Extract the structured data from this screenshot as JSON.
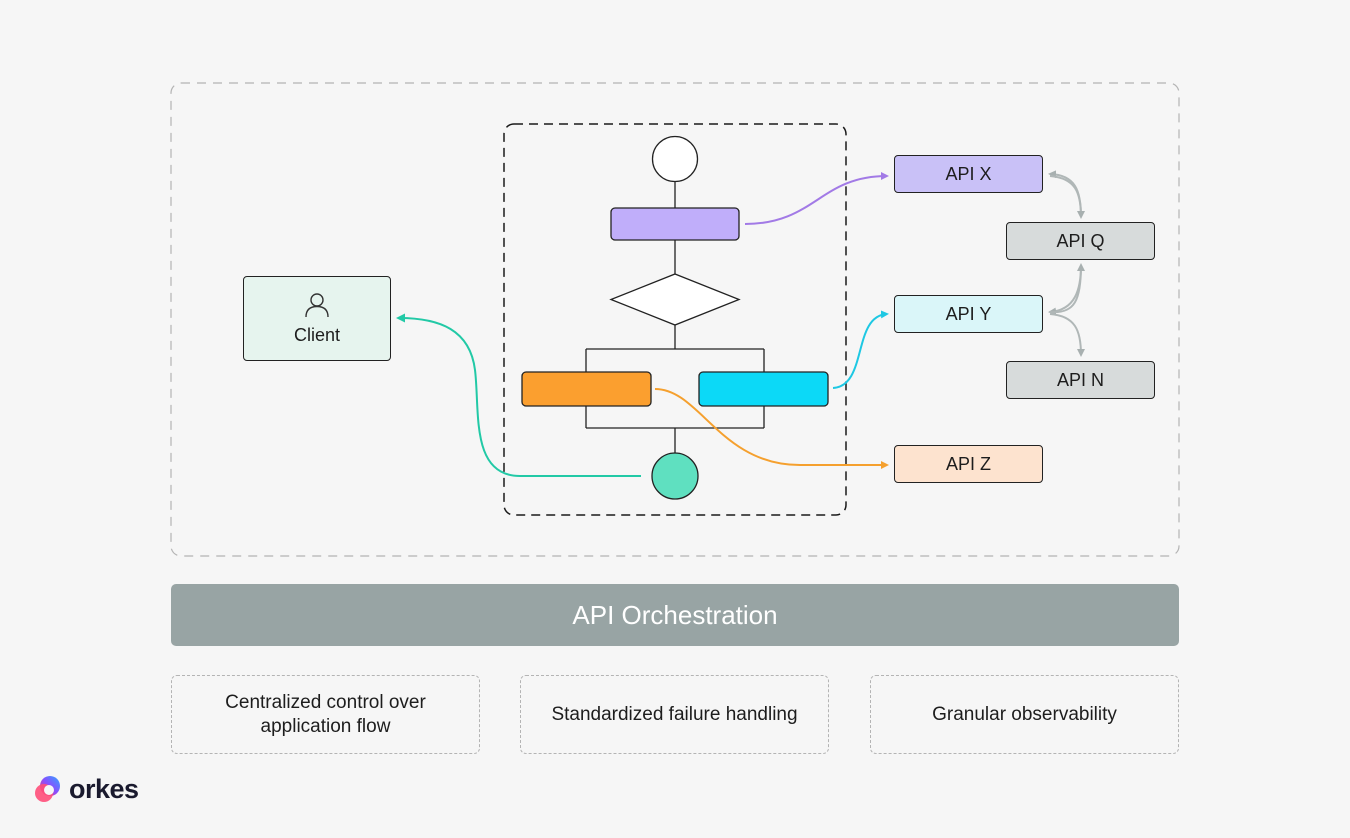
{
  "client": {
    "label": "Client",
    "icon": "user-icon"
  },
  "apis": {
    "x": {
      "label": "API X",
      "color": "#c9c1f7"
    },
    "q": {
      "label": "API Q",
      "color": "#d7dbdb"
    },
    "y": {
      "label": "API Y",
      "color": "#daf6f9"
    },
    "n": {
      "label": "API N",
      "color": "#d7dbdb"
    },
    "z": {
      "label": "API Z",
      "color": "#fde3cf"
    }
  },
  "workflow": {
    "colors": {
      "task_purple": "#c0aefa",
      "task_orange": "#fb9f2f",
      "task_cyan": "#0cd9f7",
      "end_node": "#5fe0c0",
      "arrow_purple": "#a27ae6",
      "arrow_cyan": "#1ec8e3",
      "arrow_orange": "#f5a02e",
      "arrow_teal": "#22c9a6",
      "arrow_gray": "#b0b7b7"
    }
  },
  "banner": {
    "label": "API Orchestration",
    "color": "#98a4a4"
  },
  "features": [
    {
      "label": "Centralized control over application flow"
    },
    {
      "label": "Standardized failure handling"
    },
    {
      "label": "Granular observability"
    }
  ],
  "logo": {
    "text": "orkes",
    "icon": "orkes-logo-icon"
  }
}
